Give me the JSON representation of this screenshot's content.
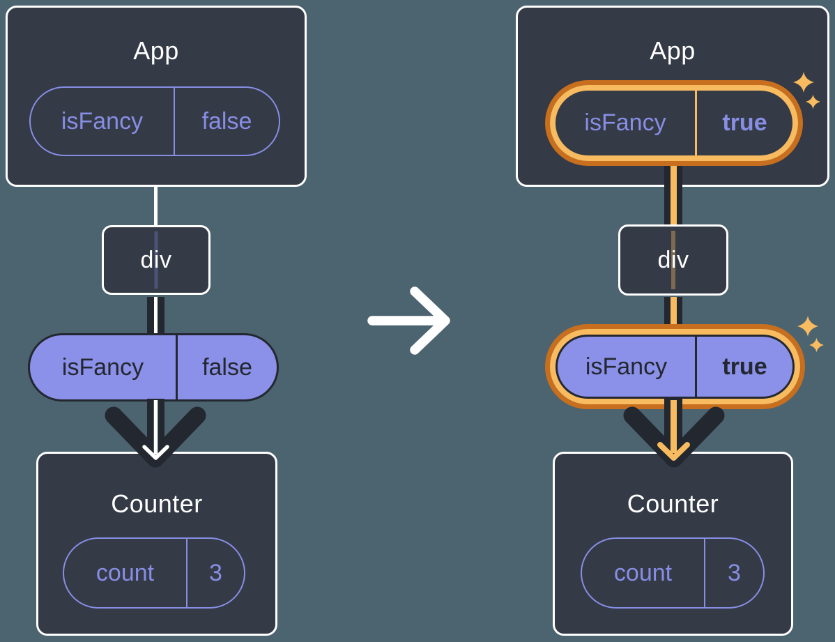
{
  "colors": {
    "background": "#4C6470",
    "card_fill": "#343A46",
    "card_border": "#FFFFFF",
    "purple_stroke": "#878EE4",
    "purple_fill": "#8B90E8",
    "dark_ink": "#23272F",
    "highlight_orange_dark": "#C76F1E",
    "highlight_orange_light": "#F8BB5F",
    "arrow_white": "#FFFFFF"
  },
  "middle_arrow": {
    "icon": "arrow-right-icon"
  },
  "left_tree": {
    "app_node": {
      "title": "App",
      "pill": {
        "key": "isFancy",
        "value": "false"
      }
    },
    "div_node": {
      "label": "div"
    },
    "prop_pill": {
      "key": "isFancy",
      "value": "false"
    },
    "counter_node": {
      "title": "Counter",
      "pill": {
        "key": "count",
        "value": "3"
      }
    }
  },
  "right_tree": {
    "app_node": {
      "title": "App",
      "pill": {
        "key": "isFancy",
        "value": "true"
      },
      "highlighted": true
    },
    "div_node": {
      "label": "div"
    },
    "prop_pill": {
      "key": "isFancy",
      "value": "true",
      "highlighted": true
    },
    "counter_node": {
      "title": "Counter",
      "pill": {
        "key": "count",
        "value": "3"
      }
    }
  }
}
